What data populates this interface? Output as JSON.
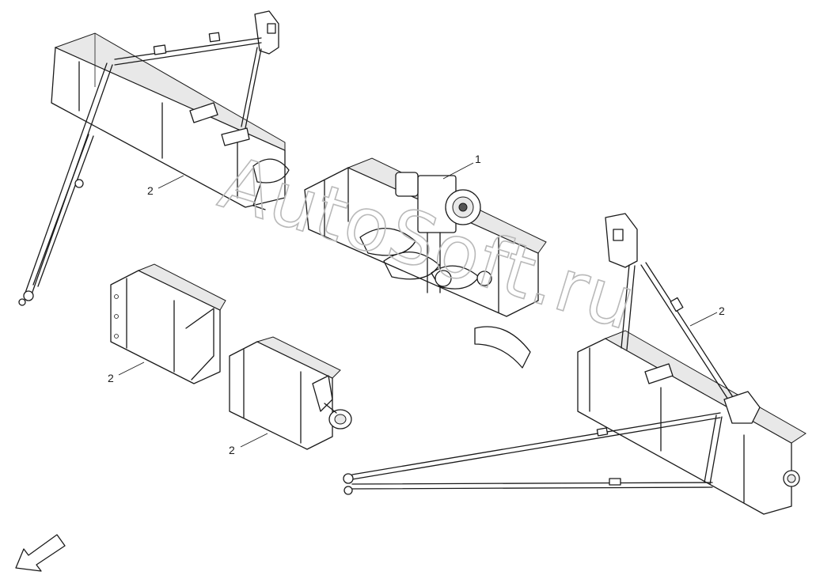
{
  "watermark": "AutoSoft.ru",
  "callouts": [
    {
      "label": "1"
    },
    {
      "label": "2"
    },
    {
      "label": "2"
    },
    {
      "label": "2"
    },
    {
      "label": "2"
    }
  ],
  "icons": {
    "direction_arrow": "arrow-down-left-icon"
  }
}
